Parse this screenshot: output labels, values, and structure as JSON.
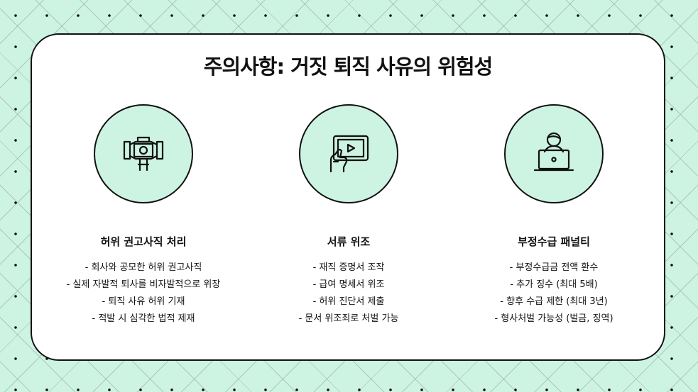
{
  "title": "주의사항: 거짓 퇴직 사유의 위험성",
  "colors": {
    "accent": "#cdf3e3",
    "ink": "#111111",
    "card": "#ffffff"
  },
  "columns": [
    {
      "icon": "spotlight-camera-icon",
      "title": "허위 권고사직 처리",
      "items": [
        "- 회사와 공모한 허위 권고사직",
        "- 실제 자발적 퇴사를 비자발적으로 위장",
        "- 퇴직 사유 허위 기재",
        "- 적발 시 심각한 법적 제재"
      ]
    },
    {
      "icon": "tablet-video-hand-icon",
      "title": "서류 위조",
      "items": [
        "- 재직 증명서 조작",
        "- 급여 명세서 위조",
        "- 허위 진단서 제출",
        "- 문서 위조죄로 처벌 가능"
      ]
    },
    {
      "icon": "person-laptop-icon",
      "title": "부정수급 패널티",
      "items": [
        "- 부정수급금 전액 환수",
        "- 추가 징수 (최대 5배)",
        "- 향후 수급 제한 (최대 3년)",
        "- 형사처벌 가능성 (벌금, 징역)"
      ]
    }
  ]
}
